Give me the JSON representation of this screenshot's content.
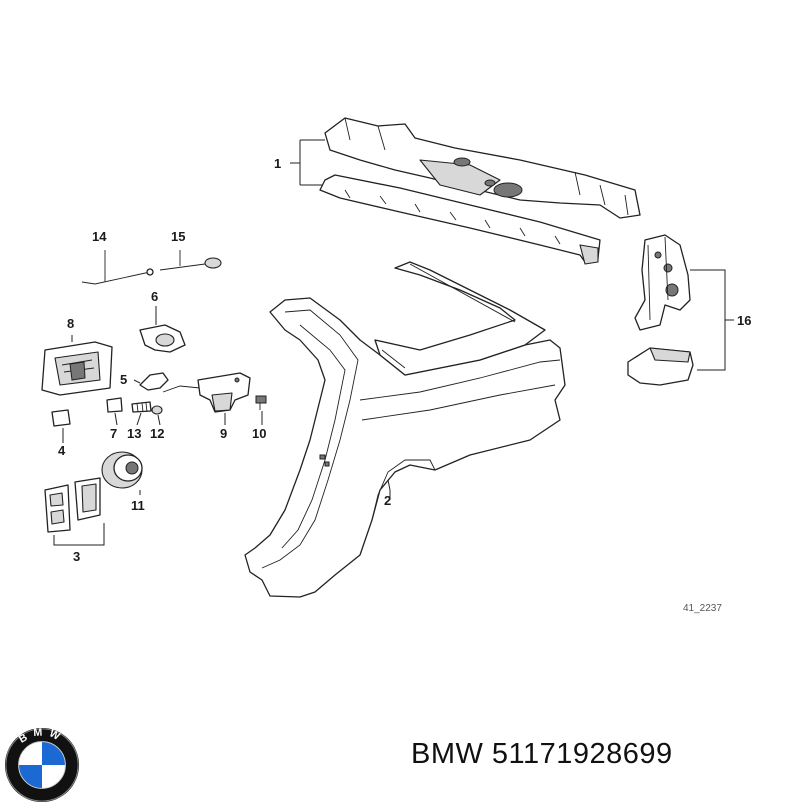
{
  "diagram": {
    "drawing_number": "41_2237",
    "callouts": [
      {
        "id": "c1",
        "label": "1"
      },
      {
        "id": "c2",
        "label": "2"
      },
      {
        "id": "c3",
        "label": "3"
      },
      {
        "id": "c4",
        "label": "4"
      },
      {
        "id": "c5",
        "label": "5"
      },
      {
        "id": "c6",
        "label": "6"
      },
      {
        "id": "c7",
        "label": "7"
      },
      {
        "id": "c8",
        "label": "8"
      },
      {
        "id": "c9",
        "label": "9"
      },
      {
        "id": "c10",
        "label": "10"
      },
      {
        "id": "c11",
        "label": "11"
      },
      {
        "id": "c12",
        "label": "12"
      },
      {
        "id": "c13",
        "label": "13"
      },
      {
        "id": "c14",
        "label": "14"
      },
      {
        "id": "c15",
        "label": "15"
      },
      {
        "id": "c16",
        "label": "16"
      }
    ]
  },
  "footer": {
    "brand": "BMW",
    "part_number": "51171928699",
    "caption": "BMW 51171928699",
    "logo_text": "BMW",
    "logo_colors": {
      "blue": "#1c69d4",
      "white": "#ffffff",
      "ring": "#111111"
    }
  }
}
